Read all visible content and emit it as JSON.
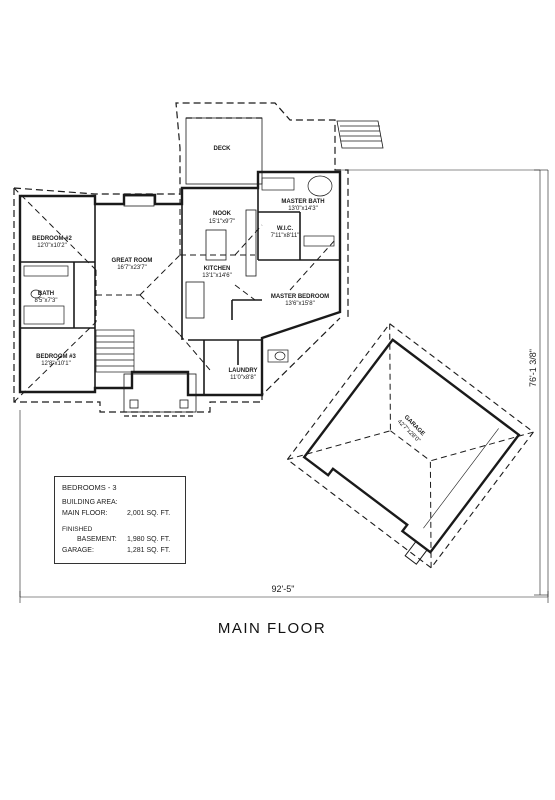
{
  "title": "MAIN FLOOR",
  "dimensions": {
    "width": "92'-5\"",
    "depth": "76'-1 3/8\""
  },
  "rooms": {
    "deck": {
      "name": "DECK",
      "dims": ""
    },
    "nook": {
      "name": "NOOK",
      "dims": "15'1\"x9'7\""
    },
    "master_bath": {
      "name": "MASTER BATH",
      "dims": "13'0\"x14'3\""
    },
    "wic": {
      "name": "W.I.C.",
      "dims": "7'11\"x8'11\""
    },
    "bedroom2": {
      "name": "BEDROOM #2",
      "dims": "12'0\"x10'2\""
    },
    "great_room": {
      "name": "GREAT ROOM",
      "dims": "16'7\"x23'7\""
    },
    "kitchen": {
      "name": "KITCHEN",
      "dims": "13'1\"x14'6\""
    },
    "bath": {
      "name": "BATH",
      "dims": "8'5\"x7'3\""
    },
    "master_bedroom": {
      "name": "MASTER BEDROOM",
      "dims": "13'6\"x15'8\""
    },
    "bedroom3": {
      "name": "BEDROOM #3",
      "dims": "12'8\"x10'1\""
    },
    "laundry": {
      "name": "LAUNDRY",
      "dims": "11'0\"x8'8\""
    },
    "garage": {
      "name": "GARAGE",
      "dims": "42'7\"x28'0\""
    }
  },
  "info": {
    "bedrooms": "BEDROOMS - 3",
    "building_area": "BUILDING AREA:",
    "main_floor_label": "MAIN FLOOR:",
    "main_floor_value": "2,001 SQ. FT.",
    "finished_label": "FINISHED",
    "basement_label": "BASEMENT:",
    "basement_value": "1,980 SQ. FT.",
    "garage_label": "GARAGE:",
    "garage_value": "1,281 SQ. FT."
  },
  "colors": {
    "line": "#1a1a1a",
    "background": "#ffffff"
  }
}
